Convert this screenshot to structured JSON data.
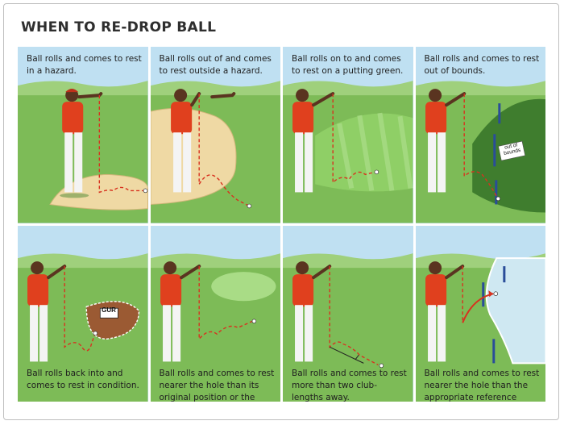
{
  "title": "WHEN TO RE-DROP BALL",
  "panels": [
    {
      "caption": "Ball rolls and comes to rest in a hazard."
    },
    {
      "caption": "Ball rolls out of and comes to rest outside a hazard."
    },
    {
      "caption": "Ball rolls on to and comes to rest on a putting green."
    },
    {
      "caption": "Ball rolls and comes to rest out of bounds.",
      "sign_text": "out of bounds"
    },
    {
      "caption": "Ball rolls back into and comes to rest in condition.",
      "sign_text": "GUR"
    },
    {
      "caption": "Ball rolls and comes to rest nearer the hole than its original position or the nearest point of relief."
    },
    {
      "caption": "Ball rolls and comes to rest more than two club-lengths away."
    },
    {
      "caption": "Ball rolls and comes to rest nearer the hole than the appropriate reference point."
    }
  ],
  "colors": {
    "sky": "#bfe0f2",
    "grass": "#7dbb57",
    "grass_dark": "#5f9e3e",
    "sand": "#efd9a4",
    "shirt": "#e0401e",
    "pants": "#f4f4f4",
    "skin": "#5a3420",
    "path": "#d8321f",
    "water": "#cfe8f2"
  }
}
